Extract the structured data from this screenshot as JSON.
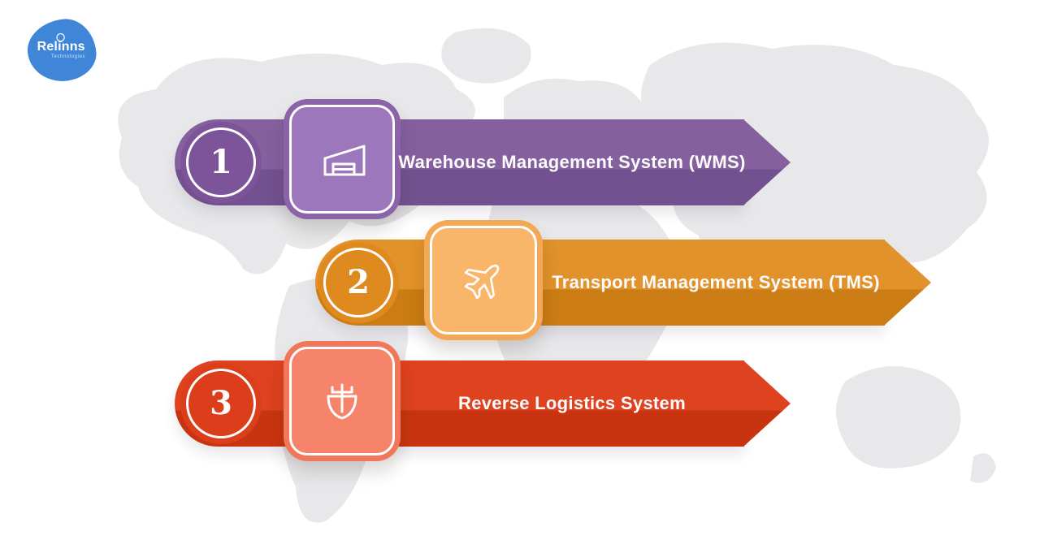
{
  "logo": {
    "brand_prefix": "Rel",
    "brand_i": "i",
    "brand_suffix": "nns",
    "tagline": "Technologies",
    "bg_color": "#3f86d8"
  },
  "rows": [
    {
      "number": "1",
      "label": "Warehouse Management System (WMS)",
      "icon": "warehouse-icon",
      "colors": {
        "bar-light": "#84609f",
        "bar-dark": "#735190",
        "circle": "#7d5499",
        "sq-frame": "#8a63a9",
        "sq-fill": "#9c77bb"
      }
    },
    {
      "number": "2",
      "label": "Transport Management System (TMS)",
      "icon": "airplane-icon",
      "colors": {
        "bar-light": "#e2922a",
        "bar-dark": "#cb7c14",
        "circle": "#df8a1e",
        "sq-frame": "#f3a855",
        "sq-fill": "#f9b66a"
      }
    },
    {
      "number": "3",
      "label": "Reverse Logistics System",
      "icon": "ship-icon",
      "colors": {
        "bar-light": "#df421f",
        "bar-dark": "#c8340f",
        "circle": "#dc3d1b",
        "sq-frame": "#f1775b",
        "sq-fill": "#f5846b"
      }
    }
  ],
  "background": {
    "map_color": "#e8e8ea",
    "page_color": "#ffffff"
  }
}
